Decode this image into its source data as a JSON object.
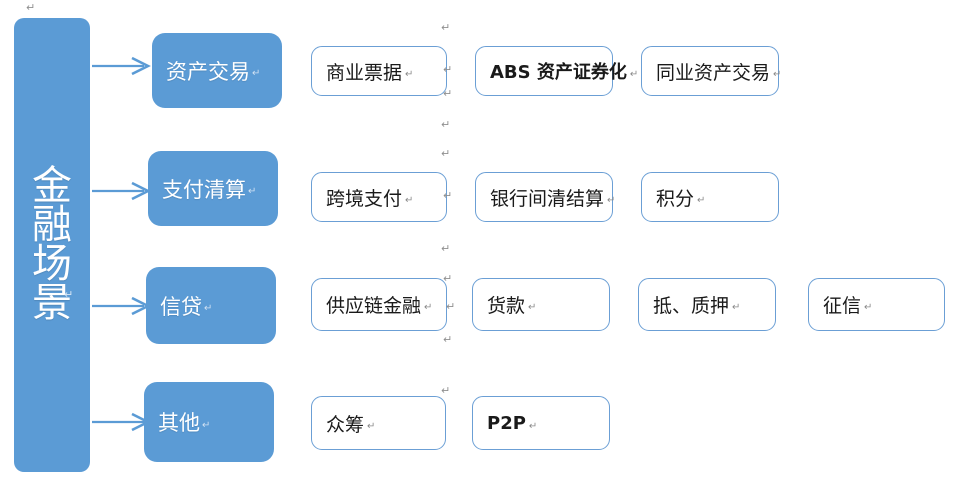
{
  "diagram": {
    "title": "金融场景",
    "colors": {
      "fill_blue": "#5B9BD5",
      "border_blue": "#6B9FD5",
      "arrow_blue": "#5B9BD5",
      "box_white": "#FFFFFF",
      "text_dark": "#1A1A1A",
      "text_light": "#FFFFFF"
    },
    "trunk": {
      "label": "金融场景",
      "pilcrow": "↵"
    },
    "pilcrow": "↵",
    "rows": [
      {
        "category": {
          "label": "资产交易",
          "pilcrow": "↵"
        },
        "items": [
          {
            "label": "商业票据",
            "pilcrow": "↵",
            "script": "cjk"
          },
          {
            "label": "ABS 资产证券化",
            "pilcrow": "↵",
            "script": "mixed"
          },
          {
            "label": "同业资产交易",
            "pilcrow": "↵",
            "script": "cjk"
          }
        ]
      },
      {
        "category": {
          "label": "支付清算",
          "pilcrow": "↵"
        },
        "items": [
          {
            "label": "跨境支付",
            "pilcrow": "↵",
            "script": "cjk"
          },
          {
            "label": "银行间清结算",
            "pilcrow": "↵",
            "script": "cjk"
          },
          {
            "label": "积分",
            "pilcrow": "↵",
            "script": "cjk"
          }
        ]
      },
      {
        "category": {
          "label": "信贷",
          "pilcrow": "↵"
        },
        "items": [
          {
            "label": "供应链金融",
            "pilcrow": "↵",
            "script": "cjk"
          },
          {
            "label": "货款",
            "pilcrow": "↵",
            "script": "cjk"
          },
          {
            "label": "抵、质押",
            "pilcrow": "↵",
            "script": "cjk"
          },
          {
            "label": "征信",
            "pilcrow": "↵",
            "script": "cjk"
          }
        ]
      },
      {
        "category": {
          "label": "其他",
          "pilcrow": "↵"
        },
        "items": [
          {
            "label": "众筹",
            "pilcrow": "↵",
            "script": "cjk"
          },
          {
            "label": "P2P",
            "pilcrow": "↵",
            "script": "latin"
          }
        ]
      }
    ],
    "stray_marks": [
      {
        "glyph": "↵"
      },
      {
        "glyph": "↵"
      },
      {
        "glyph": "↵"
      },
      {
        "glyph": "↵"
      },
      {
        "glyph": "↵"
      },
      {
        "glyph": "↵"
      },
      {
        "glyph": "↵"
      },
      {
        "glyph": "↵"
      },
      {
        "glyph": "↵"
      },
      {
        "glyph": "↵"
      },
      {
        "glyph": "↵"
      },
      {
        "glyph": "↵"
      }
    ]
  }
}
